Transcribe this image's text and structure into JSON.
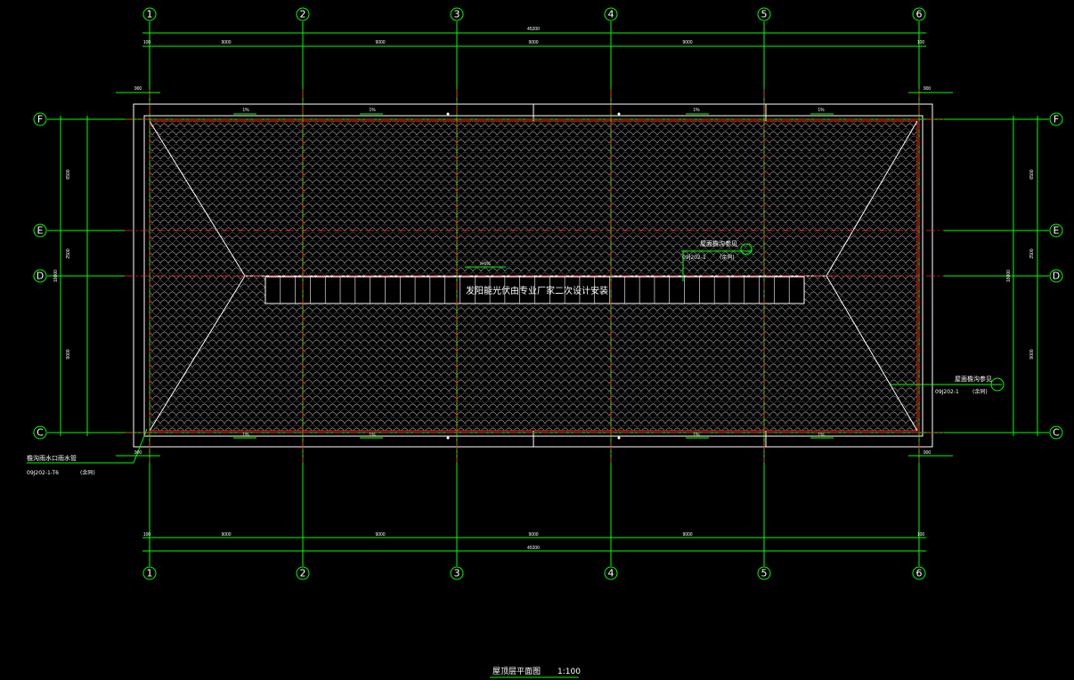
{
  "axes": {
    "columns": [
      "1",
      "2",
      "3",
      "4",
      "5",
      "6"
    ],
    "rows": [
      "F",
      "E",
      "D",
      "C"
    ]
  },
  "dimensions": {
    "top_segments": [
      "100",
      "9000",
      "9000",
      "9000",
      "9000",
      "100"
    ],
    "top_total": "45200",
    "bottom_segments": [
      "100",
      "9000",
      "9000",
      "9000",
      "9000",
      "100"
    ],
    "bottom_total": "45200",
    "side_segments": [
      "6500",
      "2500",
      "9000"
    ],
    "side_total": "18000",
    "corner_small": [
      "900",
      "100"
    ]
  },
  "annotations": {
    "ridge_note": "发阳能光伏由专业厂家二次设计安装",
    "eave_note_1_title": "屋面檐沟参见",
    "eave_note_1_ref": "09J202-1",
    "eave_note_1_suffix": "(余同)",
    "eave_note_2_title": "屋面檐沟参见",
    "eave_note_2_ref": "09J202-1",
    "eave_note_2_suffix": "(余同)",
    "downpipe_title": "檐沟雨水口雨水管",
    "downpipe_ref": "09J202-1-T6",
    "downpipe_suffix": "(余同)",
    "slope_label": "1%",
    "roof_slope_mid": "i=5%"
  },
  "drawing_title": {
    "name": "屋顶层平面图",
    "scale": "1:100"
  },
  "colors": {
    "axis_line": "#00ff00",
    "center_line": "#ff2020",
    "outline": "#ffffff",
    "background": "#000000"
  }
}
